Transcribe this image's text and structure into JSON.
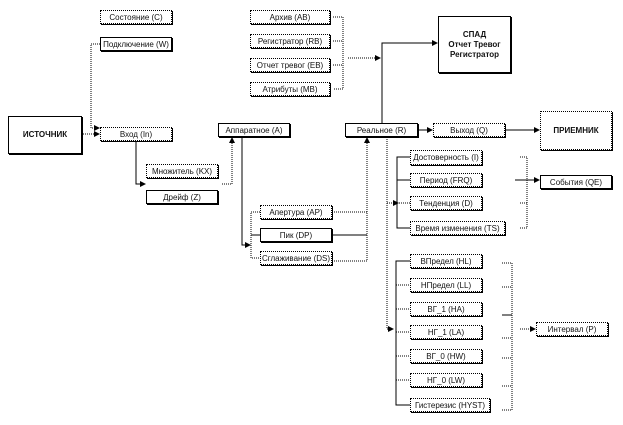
{
  "nodes": {
    "source": "ИСТОЧНИК",
    "state": "Состояние (C)",
    "connection": "Подключение (W)",
    "input": "Вход (In)",
    "multiplier": "Множитель (KX)",
    "drift": "Дрейф (Z)",
    "hardware": "Аппаратное (A)",
    "aperture": "Апертура (AP)",
    "peak": "Пик (DP)",
    "smoothing": "Сглаживание (DS)",
    "archive": "Архив (AB)",
    "recorder": "Регистратор (RB)",
    "alarm_report": "Отчет тревог (EB)",
    "attributes": "Атрибуты (MB)",
    "spad_line1": "СПАД",
    "spad_line2": "Отчет Тревог",
    "spad_line3": "Регистратор",
    "real": "Реальное (R)",
    "output": "Выход (Q)",
    "receiver": "ПРИЕМНИК",
    "reliability": "Достоверность (I)",
    "period": "Период (FRQ)",
    "trend": "Тенденция (D)",
    "change_time": "Время изменения (TS)",
    "events": "События (QE)",
    "high_limit": "ВПредел (HL)",
    "low_limit": "НПредел (LL)",
    "hb1": "ВГ_1 (HA)",
    "lb1": "НГ_1 (LA)",
    "hb0": "ВГ_0 (HW)",
    "lb0": "НГ_0 (LW)",
    "hysteresis": "Гистерезис (HYST)",
    "interval": "Интервал (P)"
  }
}
